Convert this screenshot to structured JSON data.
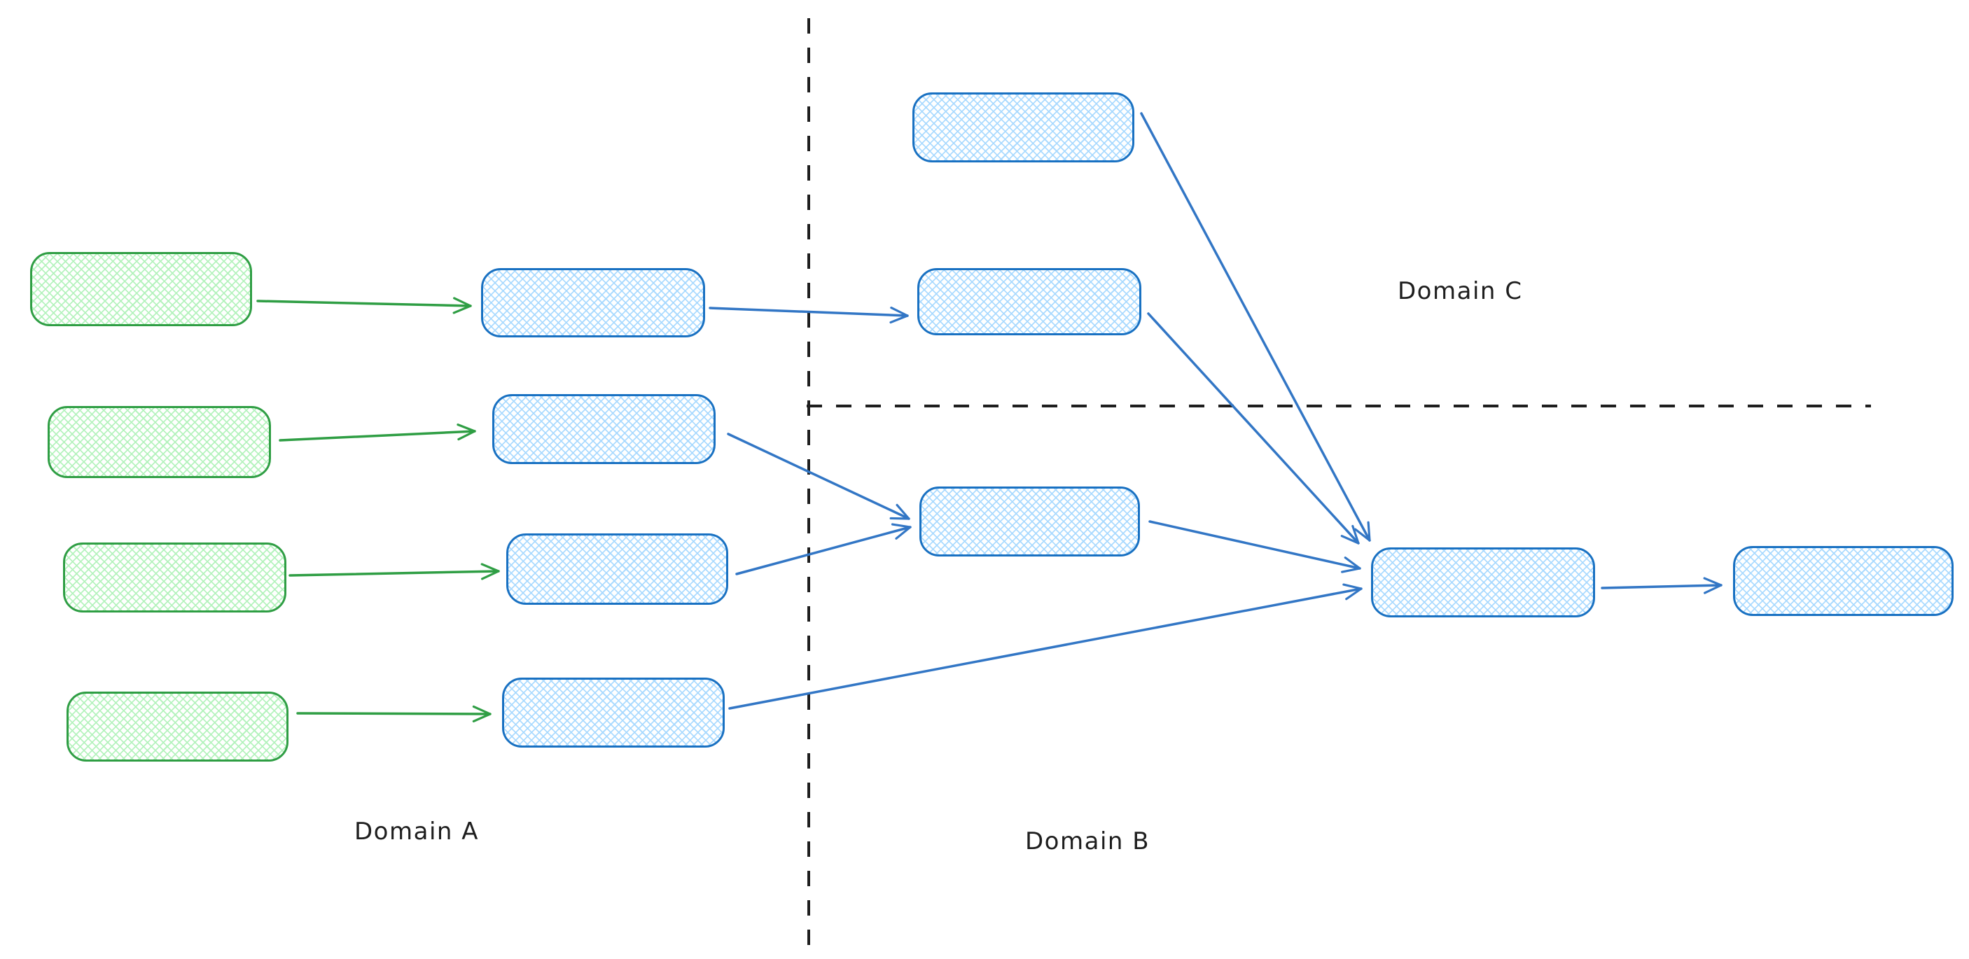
{
  "canvas": {
    "background": "#ffffff",
    "labels": {
      "domain_a": "Domain A",
      "domain_b": "Domain B",
      "domain_c": "Domain C"
    },
    "colors": {
      "green_stroke": "#2f9e44",
      "green_fill": "#b2f2bb",
      "blue_stroke": "#1971c2",
      "blue_arrow": "#3276c5",
      "blue_fill": "#a5d8ff",
      "divider": "#1e1e1e",
      "label_text": "#1e1e1e"
    },
    "graph": {
      "nodes": [
        {
          "id": "a-source-1",
          "domain": "Domain A",
          "style": "green-hatched",
          "text": ""
        },
        {
          "id": "a-source-2",
          "domain": "Domain A",
          "style": "green-hatched",
          "text": ""
        },
        {
          "id": "a-source-3",
          "domain": "Domain A",
          "style": "green-hatched",
          "text": ""
        },
        {
          "id": "a-source-4",
          "domain": "Domain A",
          "style": "green-hatched",
          "text": ""
        },
        {
          "id": "a-stage-1",
          "domain": "Domain A",
          "style": "blue-hatched",
          "text": ""
        },
        {
          "id": "a-stage-2",
          "domain": "Domain A",
          "style": "blue-hatched",
          "text": ""
        },
        {
          "id": "a-stage-3",
          "domain": "Domain A",
          "style": "blue-hatched",
          "text": ""
        },
        {
          "id": "a-stage-4",
          "domain": "Domain A",
          "style": "blue-hatched",
          "text": ""
        },
        {
          "id": "c-node-1",
          "domain": "Domain C",
          "style": "blue-hatched",
          "text": ""
        },
        {
          "id": "c-node-2",
          "domain": "Domain C",
          "style": "blue-hatched",
          "text": ""
        },
        {
          "id": "b-node-1",
          "domain": "Domain B",
          "style": "blue-hatched",
          "text": ""
        },
        {
          "id": "b-hub",
          "domain": "Domain B",
          "style": "blue-hatched",
          "text": ""
        },
        {
          "id": "b-output",
          "domain": "Domain B",
          "style": "blue-hatched",
          "text": ""
        }
      ],
      "edges": [
        {
          "from": "a-source-1",
          "to": "a-stage-1",
          "color": "green"
        },
        {
          "from": "a-source-2",
          "to": "a-stage-2",
          "color": "green"
        },
        {
          "from": "a-source-3",
          "to": "a-stage-3",
          "color": "green"
        },
        {
          "from": "a-source-4",
          "to": "a-stage-4",
          "color": "green"
        },
        {
          "from": "a-stage-1",
          "to": "c-node-2",
          "color": "blue"
        },
        {
          "from": "a-stage-2",
          "to": "b-node-1",
          "color": "blue"
        },
        {
          "from": "a-stage-3",
          "to": "b-node-1",
          "color": "blue"
        },
        {
          "from": "a-stage-4",
          "to": "b-hub",
          "color": "blue"
        },
        {
          "from": "c-node-1",
          "to": "b-hub",
          "color": "blue"
        },
        {
          "from": "c-node-2",
          "to": "b-hub",
          "color": "blue"
        },
        {
          "from": "b-node-1",
          "to": "b-hub",
          "color": "blue"
        },
        {
          "from": "b-hub",
          "to": "b-output",
          "color": "blue"
        }
      ],
      "dividers": [
        {
          "id": "vertical-divider",
          "orientation": "vertical"
        },
        {
          "id": "horizontal-divider",
          "orientation": "horizontal"
        }
      ]
    }
  }
}
